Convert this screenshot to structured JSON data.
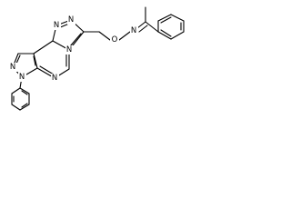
{
  "diagram": {
    "type": "chemical-structure",
    "atom_labels": {
      "n_triazole_1": "N",
      "n_triazole_2": "N",
      "n_triazole_3": "N",
      "n_pyrazole_1": "N",
      "n_pyrazole_2": "N",
      "n_pyrimidine": "N",
      "o_oxime": "O",
      "n_oxime": "N"
    }
  }
}
